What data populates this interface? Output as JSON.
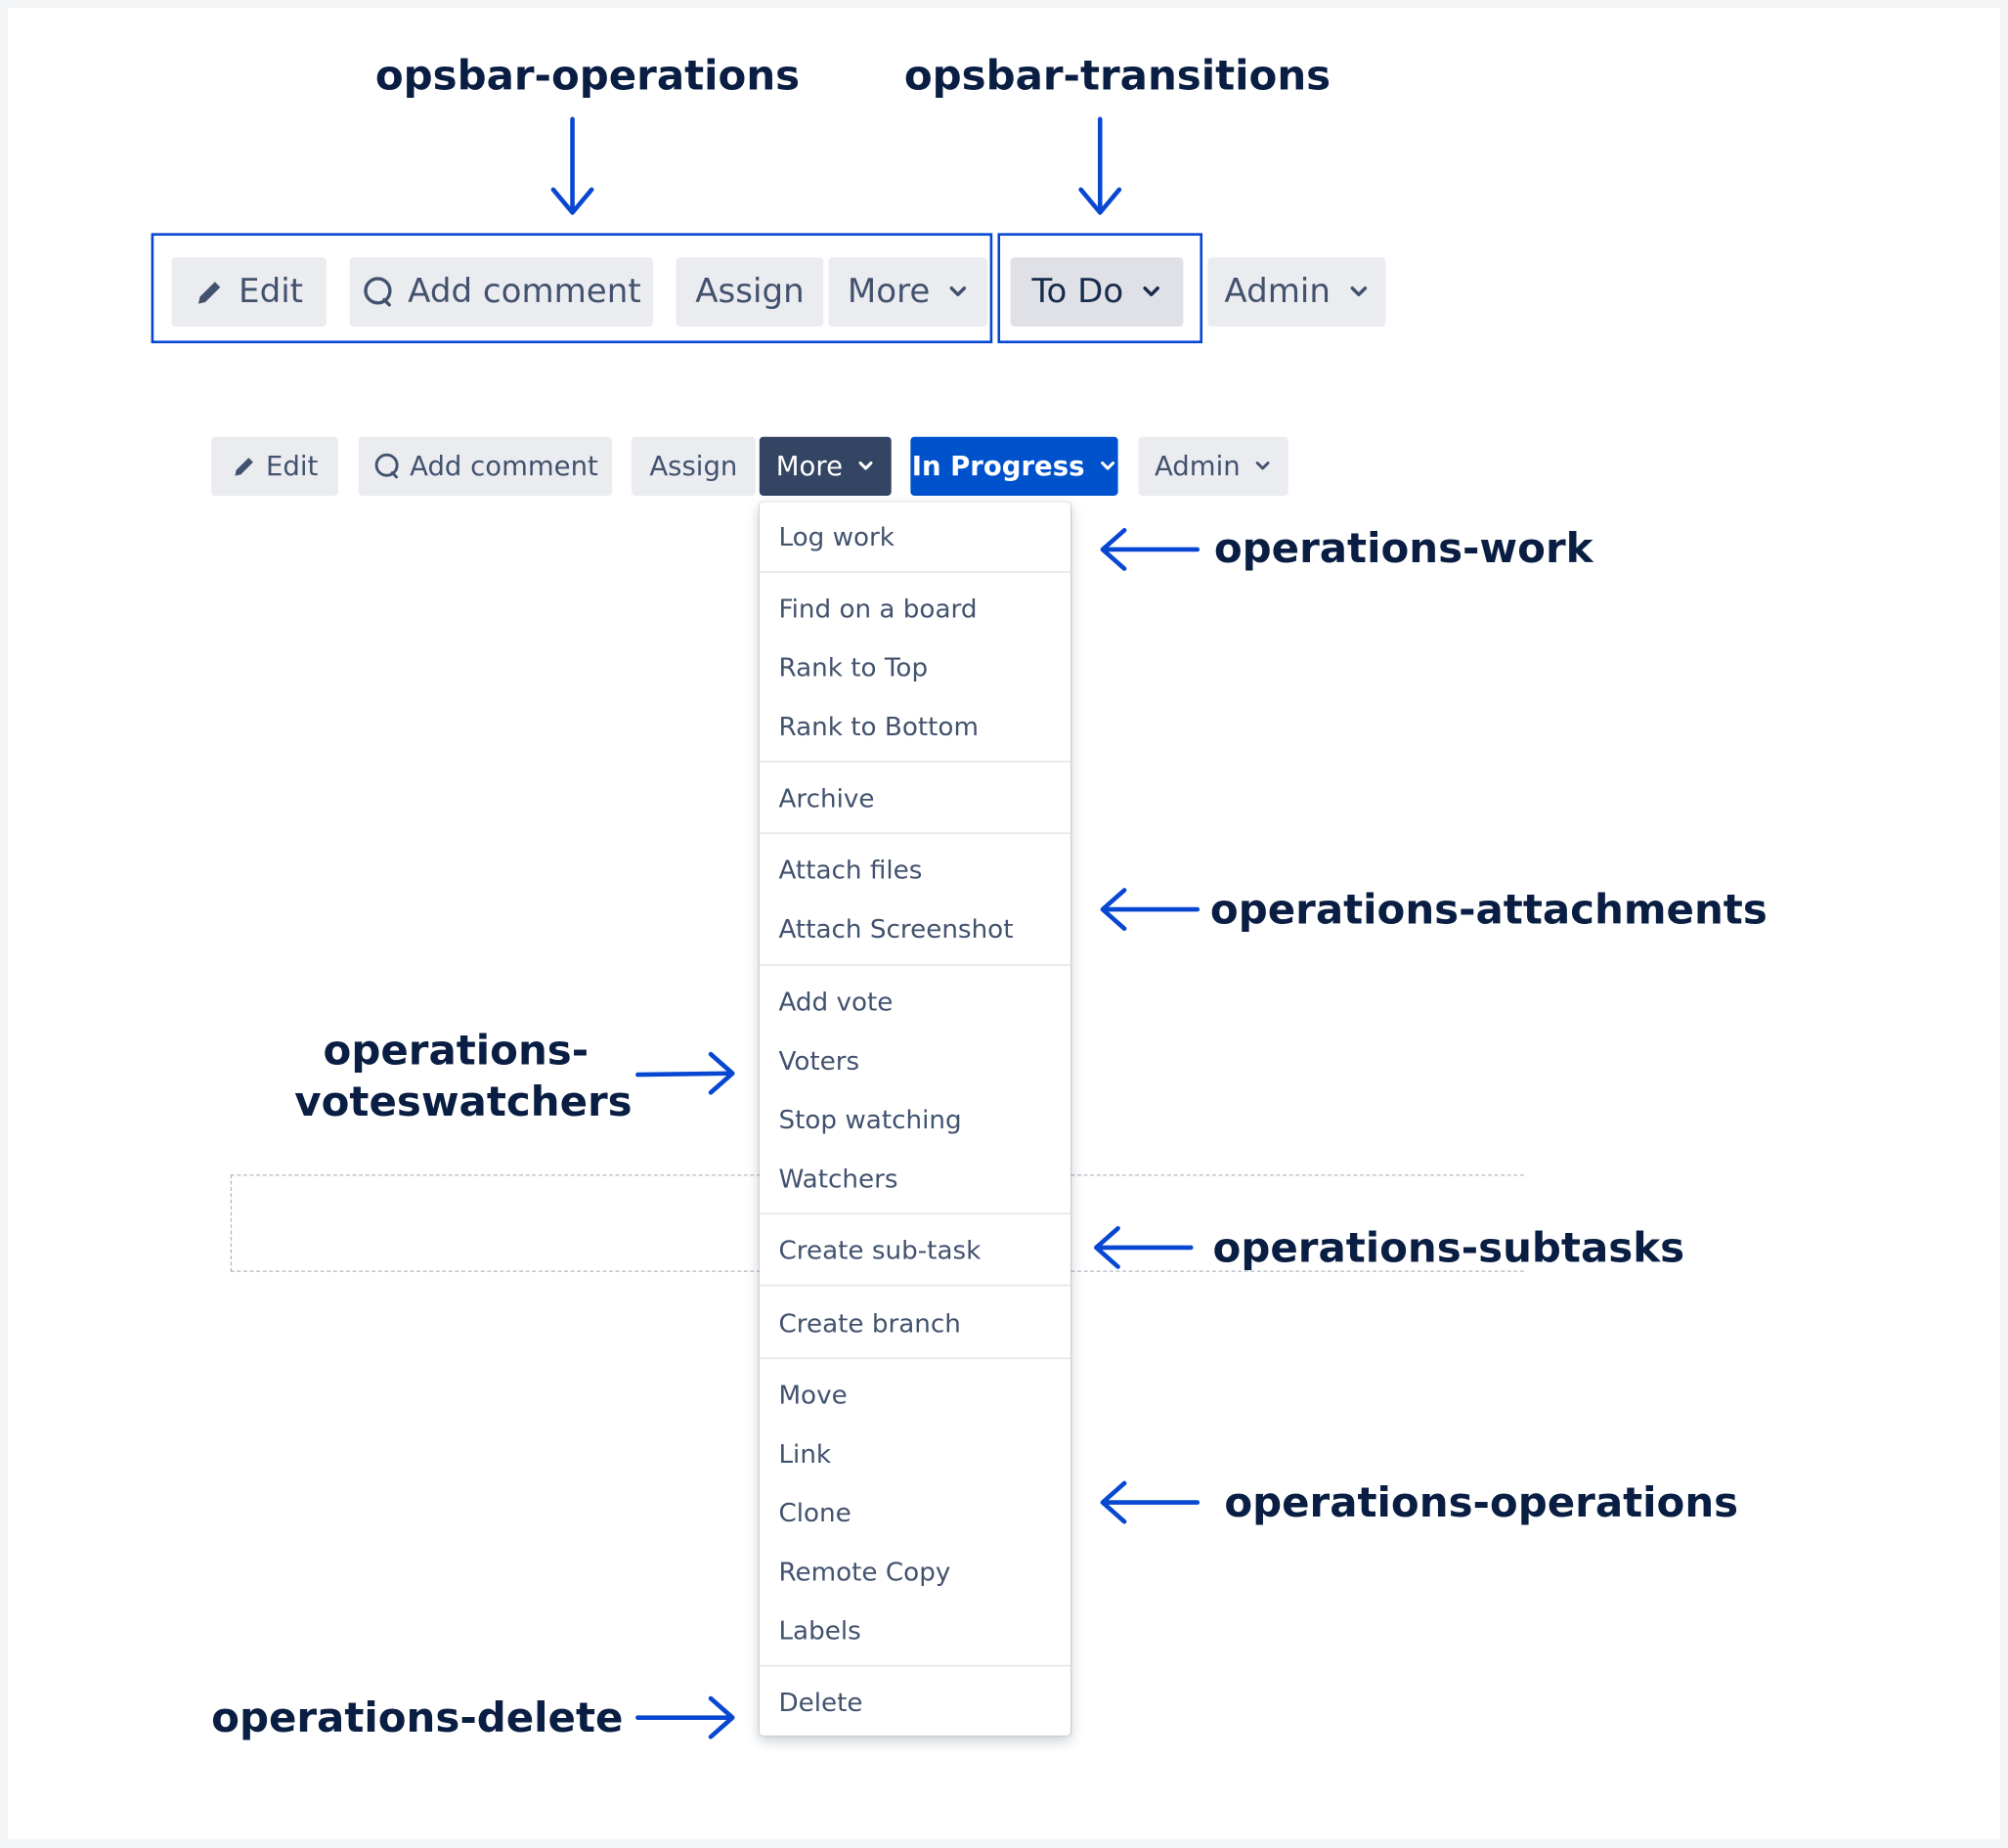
{
  "annotations": {
    "opsbar_operations": "opsbar-operations",
    "opsbar_transitions": "opsbar-transitions",
    "operations_work": "operations-work",
    "operations_attachments": "operations-attachments",
    "operations_voteswatchers": "operations-voteswatchers",
    "operations_voteswatchers_line1": "operations-",
    "operations_voteswatchers_line2": "voteswatchers",
    "operations_subtasks": "operations-subtasks",
    "operations_operations": "operations-operations",
    "operations_delete": "operations-delete"
  },
  "toolbar_top": {
    "edit": "Edit",
    "add_comment": "Add comment",
    "assign": "Assign",
    "more": "More",
    "status": "To Do",
    "admin": "Admin"
  },
  "toolbar_bottom": {
    "edit": "Edit",
    "add_comment": "Add comment",
    "assign": "Assign",
    "more": "More",
    "status": "In Progress",
    "admin": "Admin"
  },
  "more_menu": {
    "items": [
      "Log work",
      "Find on a board",
      "Rank to Top",
      "Rank to Bottom",
      "Archive",
      "Attach files",
      "Attach Screenshot",
      "Add vote",
      "Voters",
      "Stop watching",
      "Watchers",
      "Create sub-task",
      "Create branch",
      "Move",
      "Link",
      "Clone",
      "Remote Copy",
      "Labels",
      "Delete"
    ]
  },
  "colors": {
    "annotation_blue": "#0747d1",
    "button_grey": "#ebecf0",
    "more_active": "#344563",
    "in_progress_blue": "#0052cc"
  },
  "icons": {
    "edit": "pencil-icon",
    "comment": "speech-bubble-icon",
    "dropdown": "chevron-down-icon",
    "arrow": "arrow-icon"
  }
}
